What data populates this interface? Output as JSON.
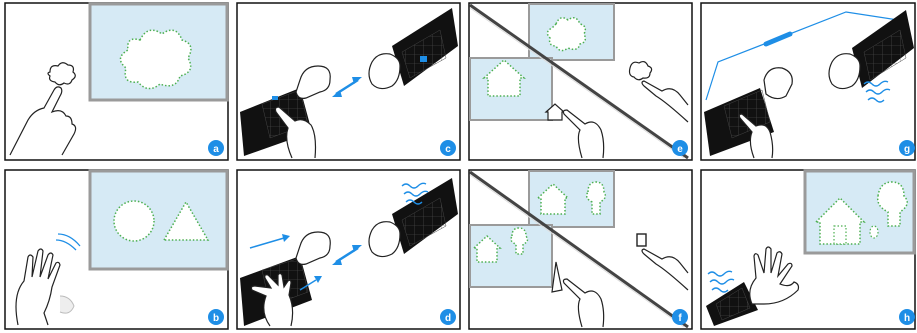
{
  "panels": [
    {
      "label": "a"
    },
    {
      "label": "c"
    },
    {
      "label": "e"
    },
    {
      "label": "g"
    },
    {
      "label": "b"
    },
    {
      "label": "d"
    },
    {
      "label": "f"
    },
    {
      "label": "h"
    }
  ],
  "colors": {
    "screen_fill": "#d6eaf5",
    "screen_border": "#9a9a9a",
    "badge": "#1e8ee6",
    "accent_blue": "#1e8ee6",
    "dots_green": "#4caf50",
    "sleeve": "#111111",
    "skin_stroke": "#222222"
  },
  "icons": {
    "a": [
      "cloud-outline-icon",
      "cloud-shape-icon",
      "pointing-hand-icon"
    ],
    "b": [
      "circle-shape-icon",
      "triangle-shape-icon",
      "waving-hand-icon"
    ],
    "c": [
      "fist-icon",
      "double-arrow-icon",
      "sleeve-display-icon"
    ],
    "d": [
      "motion-arrows-icon",
      "vibration-icon",
      "double-arrow-icon"
    ],
    "e": [
      "house-shape-icon",
      "cloud-shape-icon",
      "cable-icon"
    ],
    "f": [
      "house-shape-icon",
      "tree-shape-icon",
      "door-shape-icon",
      "cable-icon"
    ],
    "g": [
      "cable-icon",
      "vibration-icon",
      "sleeve-display-icon"
    ],
    "h": [
      "house-shape-icon",
      "tree-shape-icon",
      "vibration-icon",
      "open-hand-icon"
    ]
  }
}
